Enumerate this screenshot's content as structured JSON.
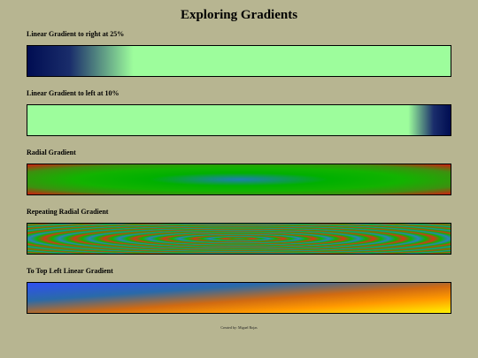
{
  "page": {
    "title": "Exploring Gradients",
    "footer": "Created by: Miguel Rojas"
  },
  "sections": [
    {
      "label": "Linear Gradient to right at 25%"
    },
    {
      "label": "Linear Gradient to left at 10%"
    },
    {
      "label": "Radial Gradient"
    },
    {
      "label": "Repeating Radial Gradient"
    },
    {
      "label": "To Top Left Linear Gradient"
    }
  ],
  "colors": {
    "background": "#b7b591",
    "navy": "#000d52",
    "mint": "#9dfd9c",
    "green": "#12b300",
    "red": "#d21b0f",
    "blue": "#2f4ff2",
    "orange": "#ff9900",
    "yellow": "#fff200"
  }
}
